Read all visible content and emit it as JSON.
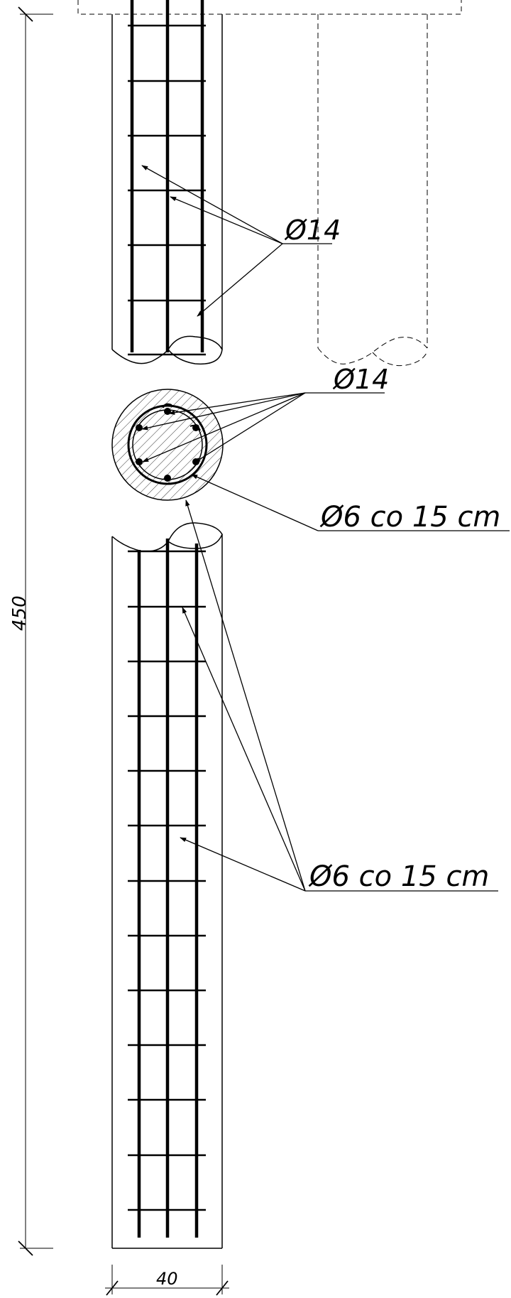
{
  "drawing": {
    "labels": {
      "upper_long_bars": "Ø14",
      "section_long_bars": "Ø14",
      "section_ties": "Ø6 co 15 cm",
      "lower_ties": "Ø6 co 15 cm"
    },
    "dimensions": {
      "height": "450",
      "width": "40"
    },
    "colors": {
      "line": "#000000",
      "background": "#ffffff"
    }
  }
}
